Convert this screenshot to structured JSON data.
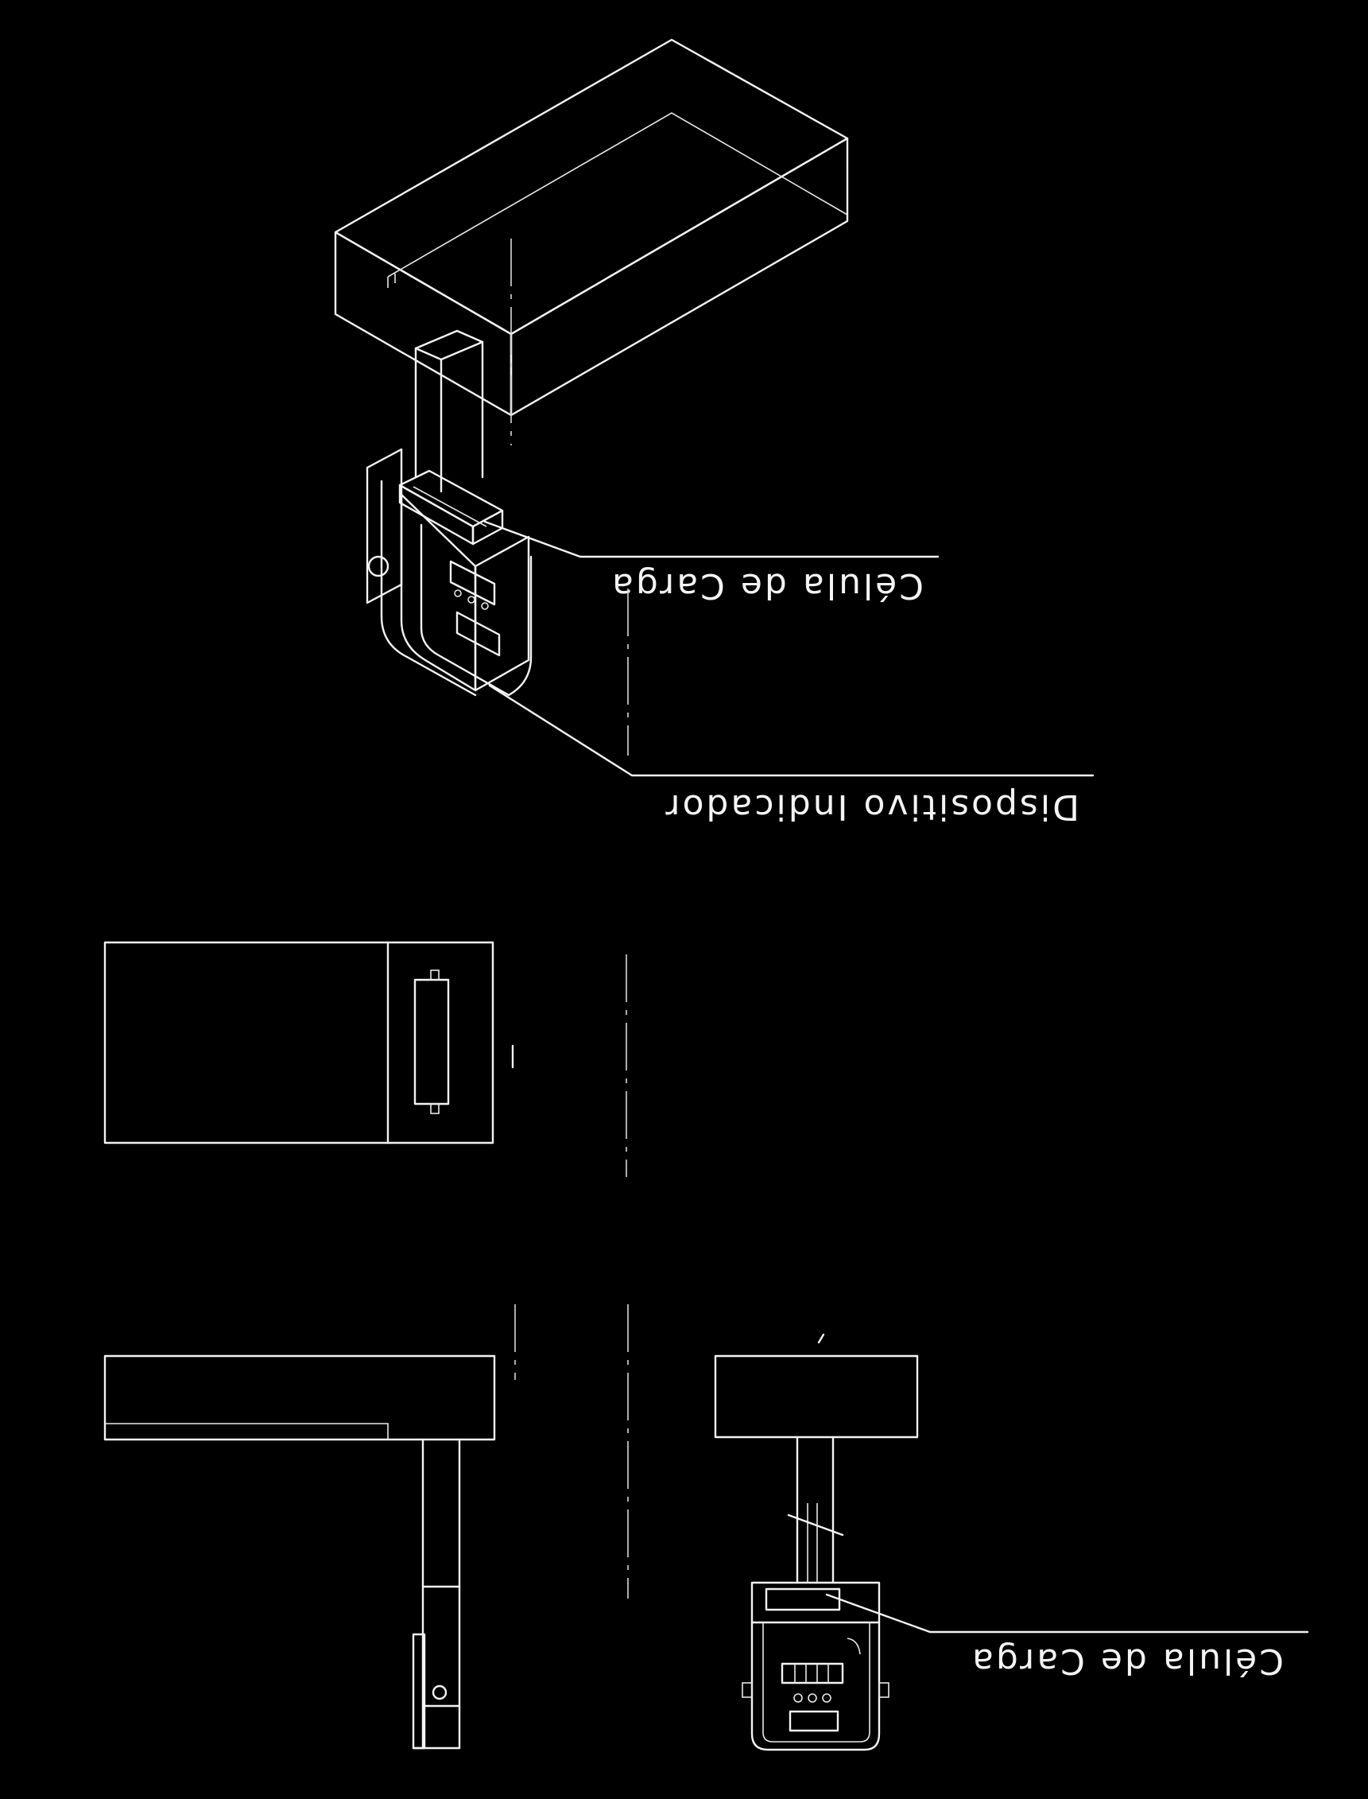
{
  "labels": {
    "load_cell_iso": "Célula de Carga",
    "indicator_iso": "Dispositivo Indicador",
    "load_cell_front": "Célula de Carga"
  },
  "colors": {
    "background": "#000000",
    "line": "#f4f4f4"
  }
}
